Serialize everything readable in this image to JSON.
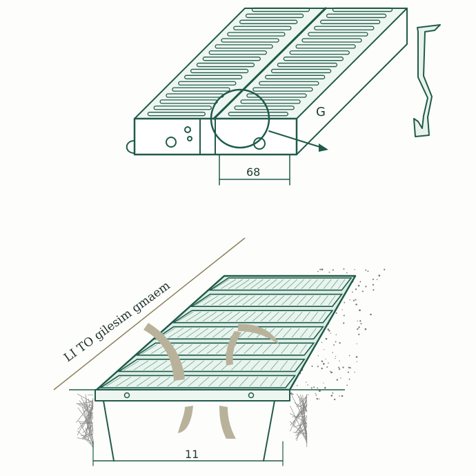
{
  "top_drawing": {
    "dimension_label": "68",
    "detail_label": "G",
    "slat_rows": 18
  },
  "bottom_drawing": {
    "dimension_label": "11",
    "slope_caption": "LI TO gilesim gmaem",
    "slat_rows": 7
  },
  "colors": {
    "ink": "#1f5a4a",
    "grate_fill": "#dceee6",
    "tan": "#b9b29b",
    "paper": "#fdfdfb"
  }
}
